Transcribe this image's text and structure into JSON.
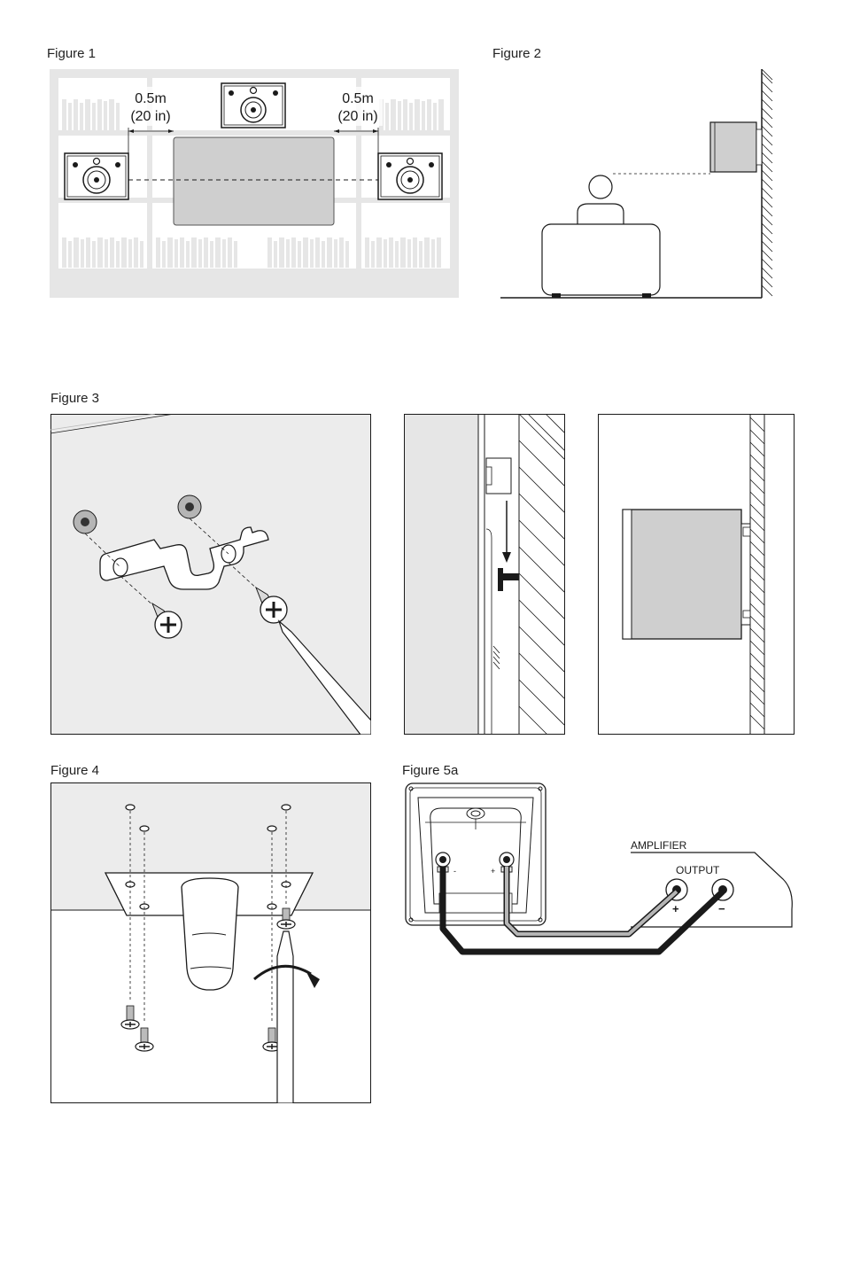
{
  "figures": {
    "fig1": {
      "caption": "Figure 1",
      "left_distance": "0.5m",
      "left_distance_in": "(20 in)",
      "right_distance": "0.5m",
      "right_distance_in": "(20 in)"
    },
    "fig2": {
      "caption": "Figure 2"
    },
    "fig3": {
      "caption": "Figure 3"
    },
    "fig4": {
      "caption": "Figure 4"
    },
    "fig5a": {
      "caption": "Figure 5a",
      "amplifier_label": "AMPLIFIER",
      "output_label": "OUTPUT",
      "plus_sign": "+",
      "minus_sign": "−",
      "speaker_minus": "-",
      "speaker_plus": "+"
    }
  },
  "colors": {
    "panel_grey": "#e6e6e6",
    "screen_grey": "#cfcfcf",
    "line_dark": "#1a1a1a",
    "cable_grey": "#b5b5b5"
  }
}
